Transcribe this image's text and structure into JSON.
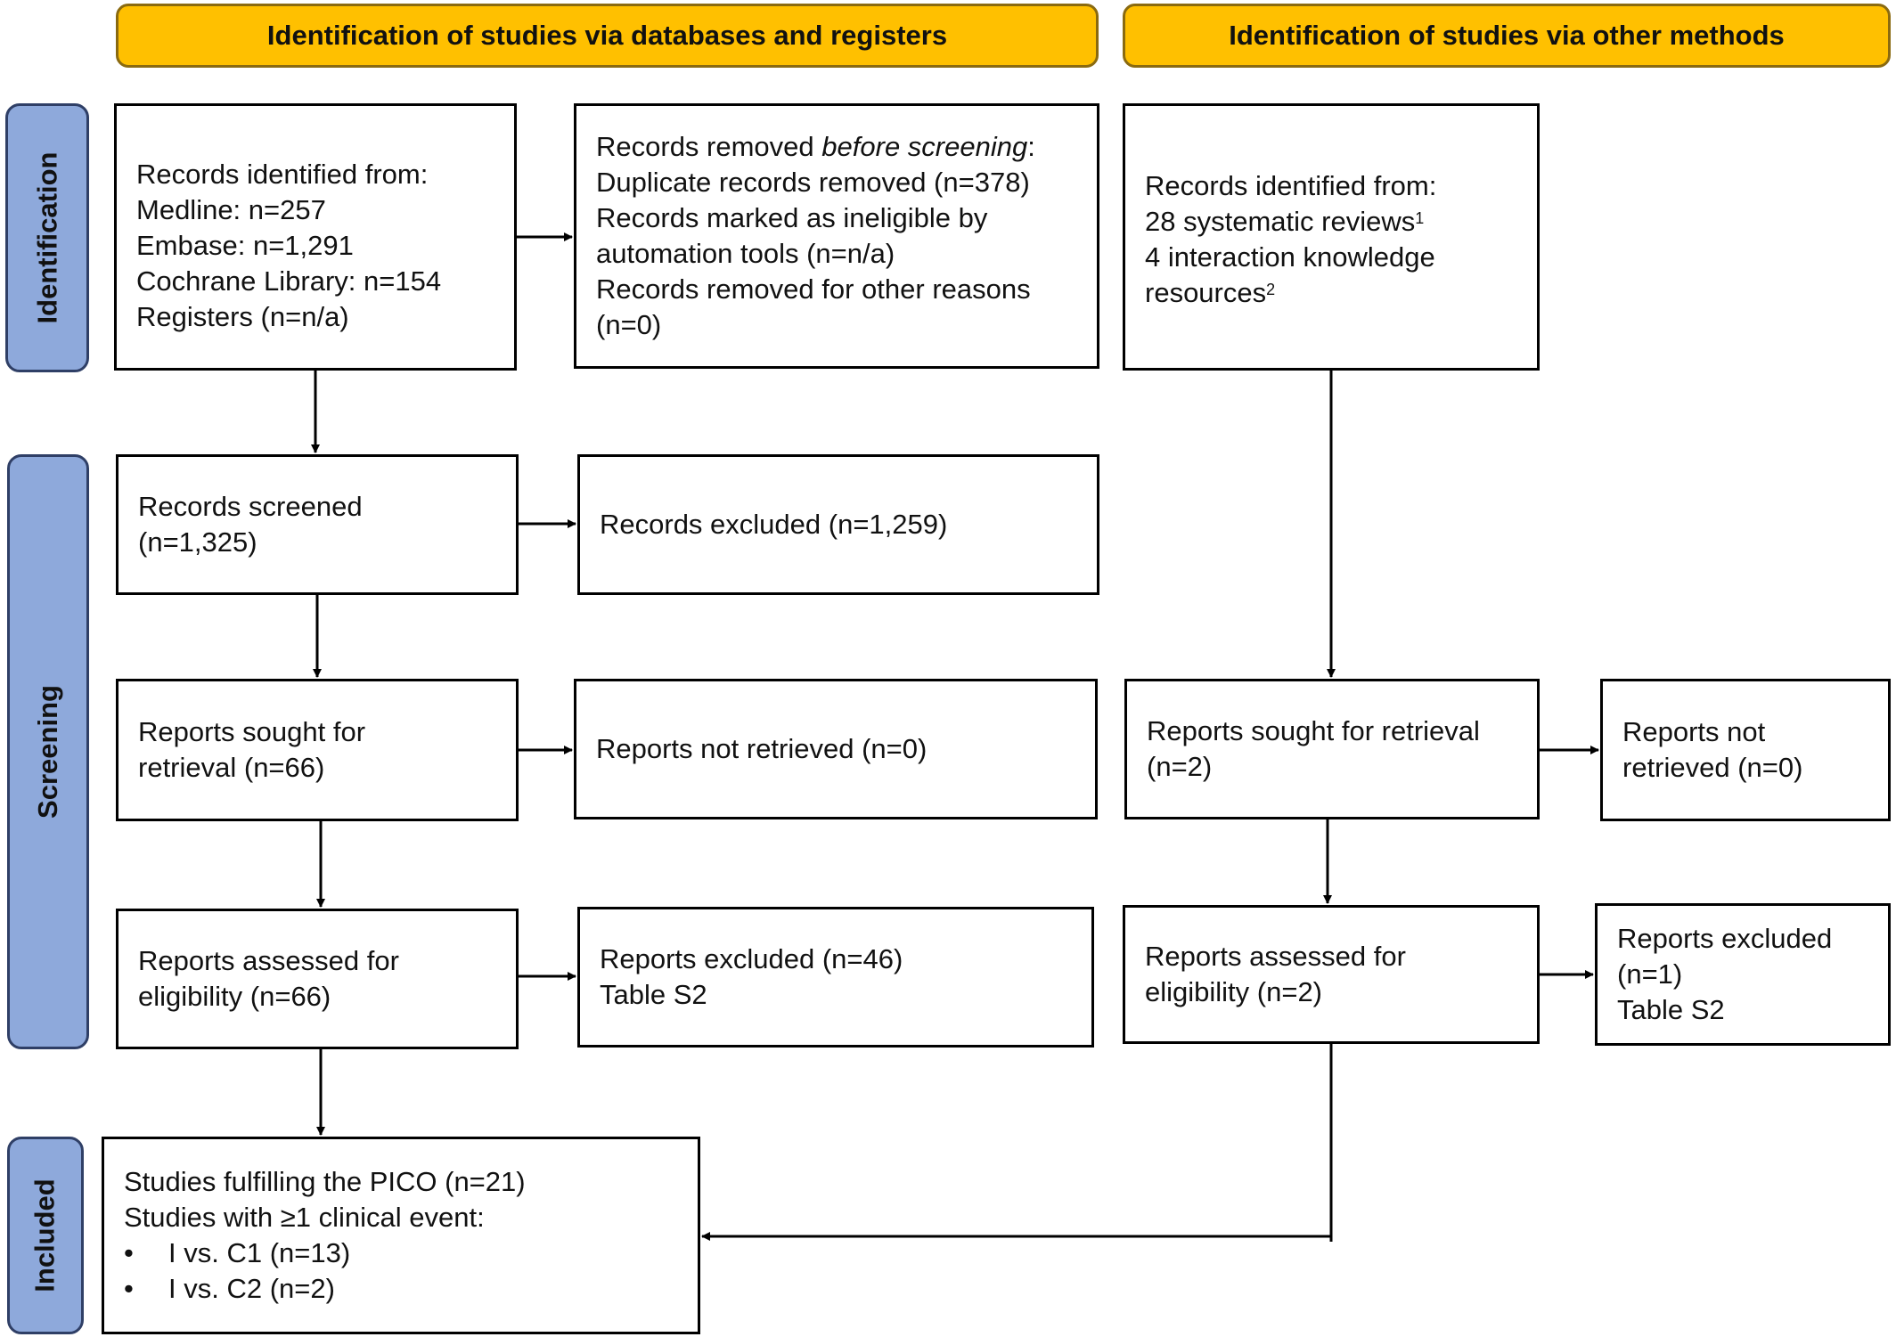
{
  "headers": {
    "databases": "Identification of studies via databases and registers",
    "other": "Identification of studies via other methods"
  },
  "phases": {
    "identification": "Identification",
    "screening": "Screening",
    "included": "Included"
  },
  "left": {
    "identified": {
      "title": "Records identified from:",
      "medline": "Medline: n=257",
      "embase": "Embase: n=1,291",
      "cochrane": "Cochrane Library: n=154",
      "registers": "Registers (n=n/a)"
    },
    "removed": {
      "title_prefix": "Records removed ",
      "title_italic": "before screening",
      "title_suffix": ":",
      "duplicates": "Duplicate records removed (n=378)",
      "automation_1": "Records marked as ineligible by",
      "automation_2": "automation tools (n=n/a)",
      "other_1": "Records removed for other reasons",
      "other_2": "(n=0)"
    },
    "screened": {
      "line1": "Records screened",
      "line2": "(n=1,325)"
    },
    "excluded": "Records excluded (n=1,259)",
    "sought": {
      "line1": "Reports sought for",
      "line2": "retrieval (n=66)"
    },
    "not_retrieved": "Reports not retrieved (n=0)",
    "assessed": {
      "line1": "Reports assessed for",
      "line2": "eligibility (n=66)"
    },
    "reports_excluded": {
      "line1": "Reports excluded (n=46)",
      "line2": "Table S2"
    }
  },
  "right": {
    "identified": {
      "title": "Records identified from:",
      "reviews": "28 systematic reviews",
      "reviews_note": "1",
      "resources_1": "4 interaction knowledge",
      "resources_2": "resources",
      "resources_note": "2"
    },
    "sought": {
      "line1": "Reports sought for retrieval",
      "line2": "(n=2)"
    },
    "not_retrieved": {
      "line1": "Reports not",
      "line2": "retrieved (n=0)"
    },
    "assessed": {
      "line1": "Reports assessed for",
      "line2": "eligibility (n=2)"
    },
    "reports_excluded": {
      "line1": "Reports excluded",
      "line2": "(n=1)",
      "line3": "Table S2"
    }
  },
  "included": {
    "line1": "Studies fulfilling the PICO (n=21)",
    "line2": "Studies with ≥1 clinical event:",
    "bullet": "•",
    "item1": "I vs. C1 (n=13)",
    "item2": "I vs. C2 (n=2)"
  }
}
